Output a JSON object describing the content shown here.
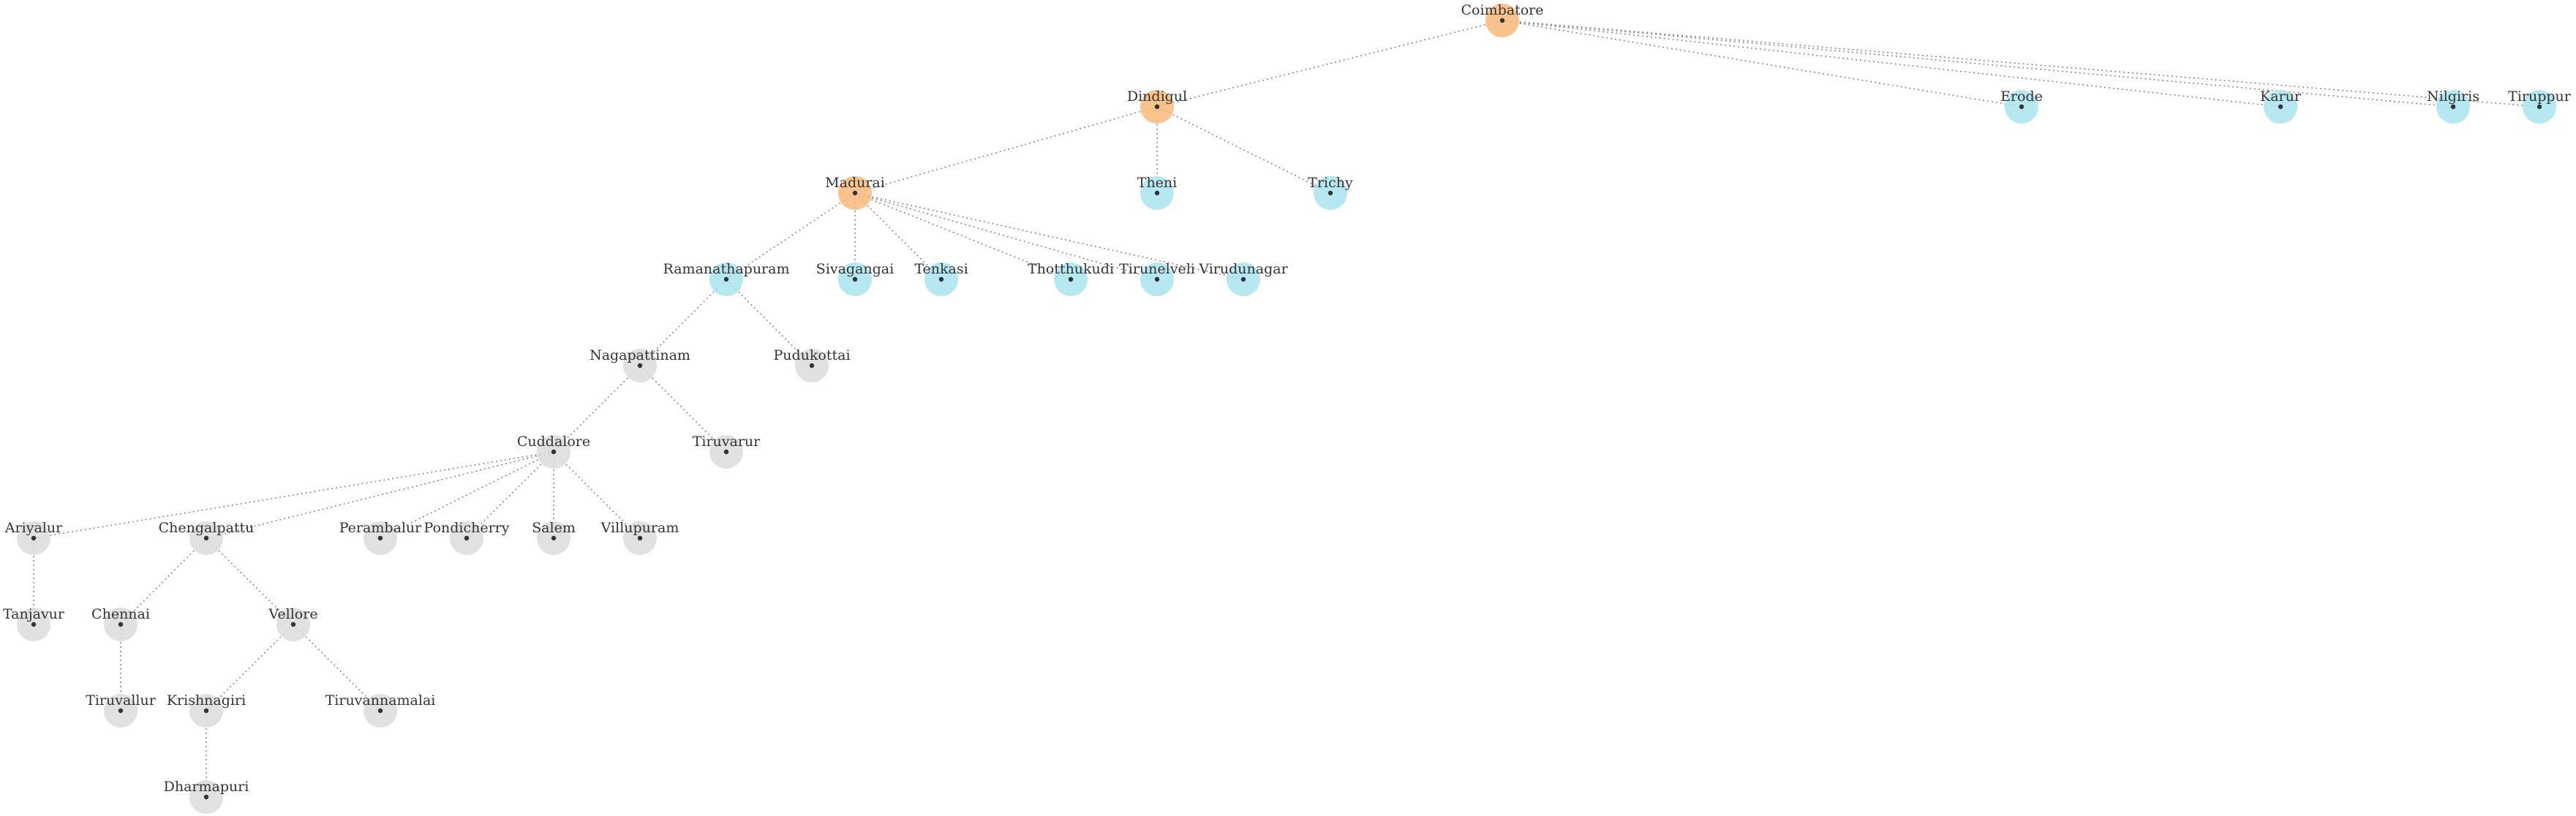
{
  "colors": {
    "orange": "#F9B97A",
    "cyan": "#A8E4EE",
    "gray": "#DCDCDC",
    "edge": "#8a8a8a",
    "dot": "#333333"
  },
  "nodes": [
    {
      "id": "coimbatore",
      "label": "Coimbatore",
      "color": "orange"
    },
    {
      "id": "dindigul",
      "label": "Dindigul",
      "color": "orange"
    },
    {
      "id": "erode",
      "label": "Erode",
      "color": "cyan"
    },
    {
      "id": "karur",
      "label": "Karur",
      "color": "cyan"
    },
    {
      "id": "nilgiris",
      "label": "Nilgiris",
      "color": "cyan"
    },
    {
      "id": "tiruppur",
      "label": "Tiruppur",
      "color": "cyan"
    },
    {
      "id": "madurai",
      "label": "Madurai",
      "color": "orange"
    },
    {
      "id": "theni",
      "label": "Theni",
      "color": "cyan"
    },
    {
      "id": "trichy",
      "label": "Trichy",
      "color": "cyan"
    },
    {
      "id": "ramanathapuram",
      "label": "Ramanathapuram",
      "color": "cyan"
    },
    {
      "id": "sivagangai",
      "label": "Sivagangai",
      "color": "cyan"
    },
    {
      "id": "tenkasi",
      "label": "Tenkasi",
      "color": "cyan"
    },
    {
      "id": "thotthukudi",
      "label": "Thotthukudi",
      "color": "cyan"
    },
    {
      "id": "tirunelveli",
      "label": "Tirunelveli",
      "color": "cyan"
    },
    {
      "id": "virudunagar",
      "label": "Virudunagar",
      "color": "cyan"
    },
    {
      "id": "nagapattinam",
      "label": "Nagapattinam",
      "color": "gray"
    },
    {
      "id": "pudukottai",
      "label": "Pudukottai",
      "color": "gray"
    },
    {
      "id": "cuddalore",
      "label": "Cuddalore",
      "color": "gray"
    },
    {
      "id": "tiruvarur",
      "label": "Tiruvarur",
      "color": "gray"
    },
    {
      "id": "ariyalur",
      "label": "Ariyalur",
      "color": "gray"
    },
    {
      "id": "chengalpattu",
      "label": "Chengalpattu",
      "color": "gray"
    },
    {
      "id": "perambalur",
      "label": "Perambalur",
      "color": "gray"
    },
    {
      "id": "pondicherry",
      "label": "Pondicherry",
      "color": "gray"
    },
    {
      "id": "salem",
      "label": "Salem",
      "color": "gray"
    },
    {
      "id": "villupuram",
      "label": "Villupuram",
      "color": "gray"
    },
    {
      "id": "tanjavur",
      "label": "Tanjavur",
      "color": "gray"
    },
    {
      "id": "chennai",
      "label": "Chennai",
      "color": "gray"
    },
    {
      "id": "vellore",
      "label": "Vellore",
      "color": "gray"
    },
    {
      "id": "tiruvallur",
      "label": "Tiruvallur",
      "color": "gray"
    },
    {
      "id": "krishnagiri",
      "label": "Krishnagiri",
      "color": "gray"
    },
    {
      "id": "tiruvannamalai",
      "label": "Tiruvannamalai",
      "color": "gray"
    },
    {
      "id": "dharmapuri",
      "label": "Dharmapuri",
      "color": "gray"
    }
  ],
  "edges": [
    [
      "coimbatore",
      "dindigul"
    ],
    [
      "coimbatore",
      "erode"
    ],
    [
      "coimbatore",
      "karur"
    ],
    [
      "coimbatore",
      "nilgiris"
    ],
    [
      "coimbatore",
      "tiruppur"
    ],
    [
      "dindigul",
      "madurai"
    ],
    [
      "dindigul",
      "theni"
    ],
    [
      "dindigul",
      "trichy"
    ],
    [
      "madurai",
      "ramanathapuram"
    ],
    [
      "madurai",
      "sivagangai"
    ],
    [
      "madurai",
      "tenkasi"
    ],
    [
      "madurai",
      "thotthukudi"
    ],
    [
      "madurai",
      "tirunelveli"
    ],
    [
      "madurai",
      "virudunagar"
    ],
    [
      "ramanathapuram",
      "nagapattinam"
    ],
    [
      "ramanathapuram",
      "pudukottai"
    ],
    [
      "nagapattinam",
      "cuddalore"
    ],
    [
      "nagapattinam",
      "tiruvarur"
    ],
    [
      "cuddalore",
      "ariyalur"
    ],
    [
      "cuddalore",
      "chengalpattu"
    ],
    [
      "cuddalore",
      "perambalur"
    ],
    [
      "cuddalore",
      "pondicherry"
    ],
    [
      "cuddalore",
      "salem"
    ],
    [
      "cuddalore",
      "villupuram"
    ],
    [
      "ariyalur",
      "tanjavur"
    ],
    [
      "chengalpattu",
      "chennai"
    ],
    [
      "chengalpattu",
      "vellore"
    ],
    [
      "chennai",
      "tiruvallur"
    ],
    [
      "vellore",
      "krishnagiri"
    ],
    [
      "vellore",
      "tiruvannamalai"
    ],
    [
      "krishnagiri",
      "dharmapuri"
    ]
  ]
}
